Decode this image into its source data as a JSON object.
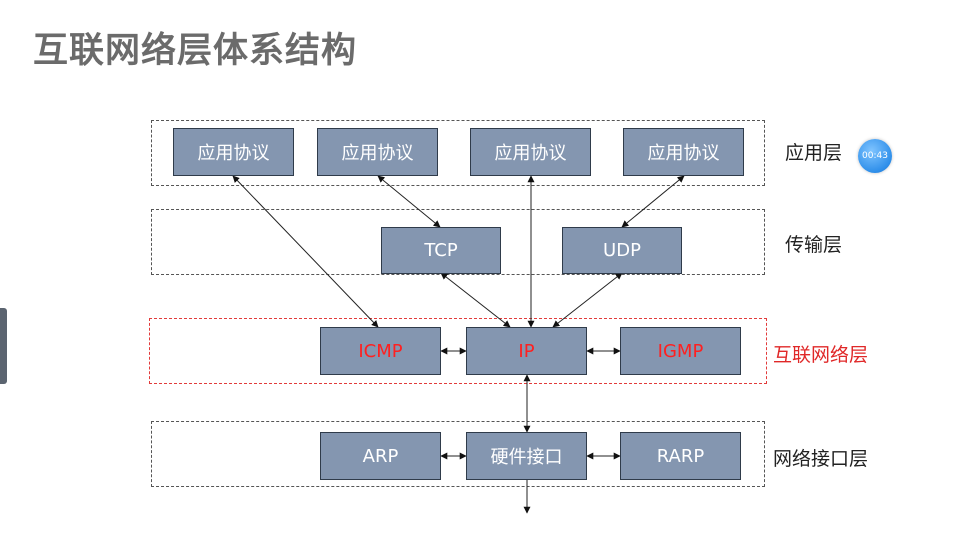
{
  "title": "互联网络层体系结构",
  "layers": {
    "application": {
      "label": "应用层"
    },
    "transport": {
      "label": "传输层"
    },
    "internet": {
      "label": "互联网络层"
    },
    "network_interface": {
      "label": "网络接口层"
    }
  },
  "boxes": {
    "app1": "应用协议",
    "app2": "应用协议",
    "app3": "应用协议",
    "app4": "应用协议",
    "tcp": "TCP",
    "udp": "UDP",
    "icmp": "ICMP",
    "ip": "IP",
    "igmp": "IGMP",
    "arp": "ARP",
    "hw": "硬件接口",
    "rarp": "RARP"
  },
  "timer": "00:43",
  "colors": {
    "box_fill": "#8496b0",
    "internet_layer_accent": "#e23b3b"
  }
}
